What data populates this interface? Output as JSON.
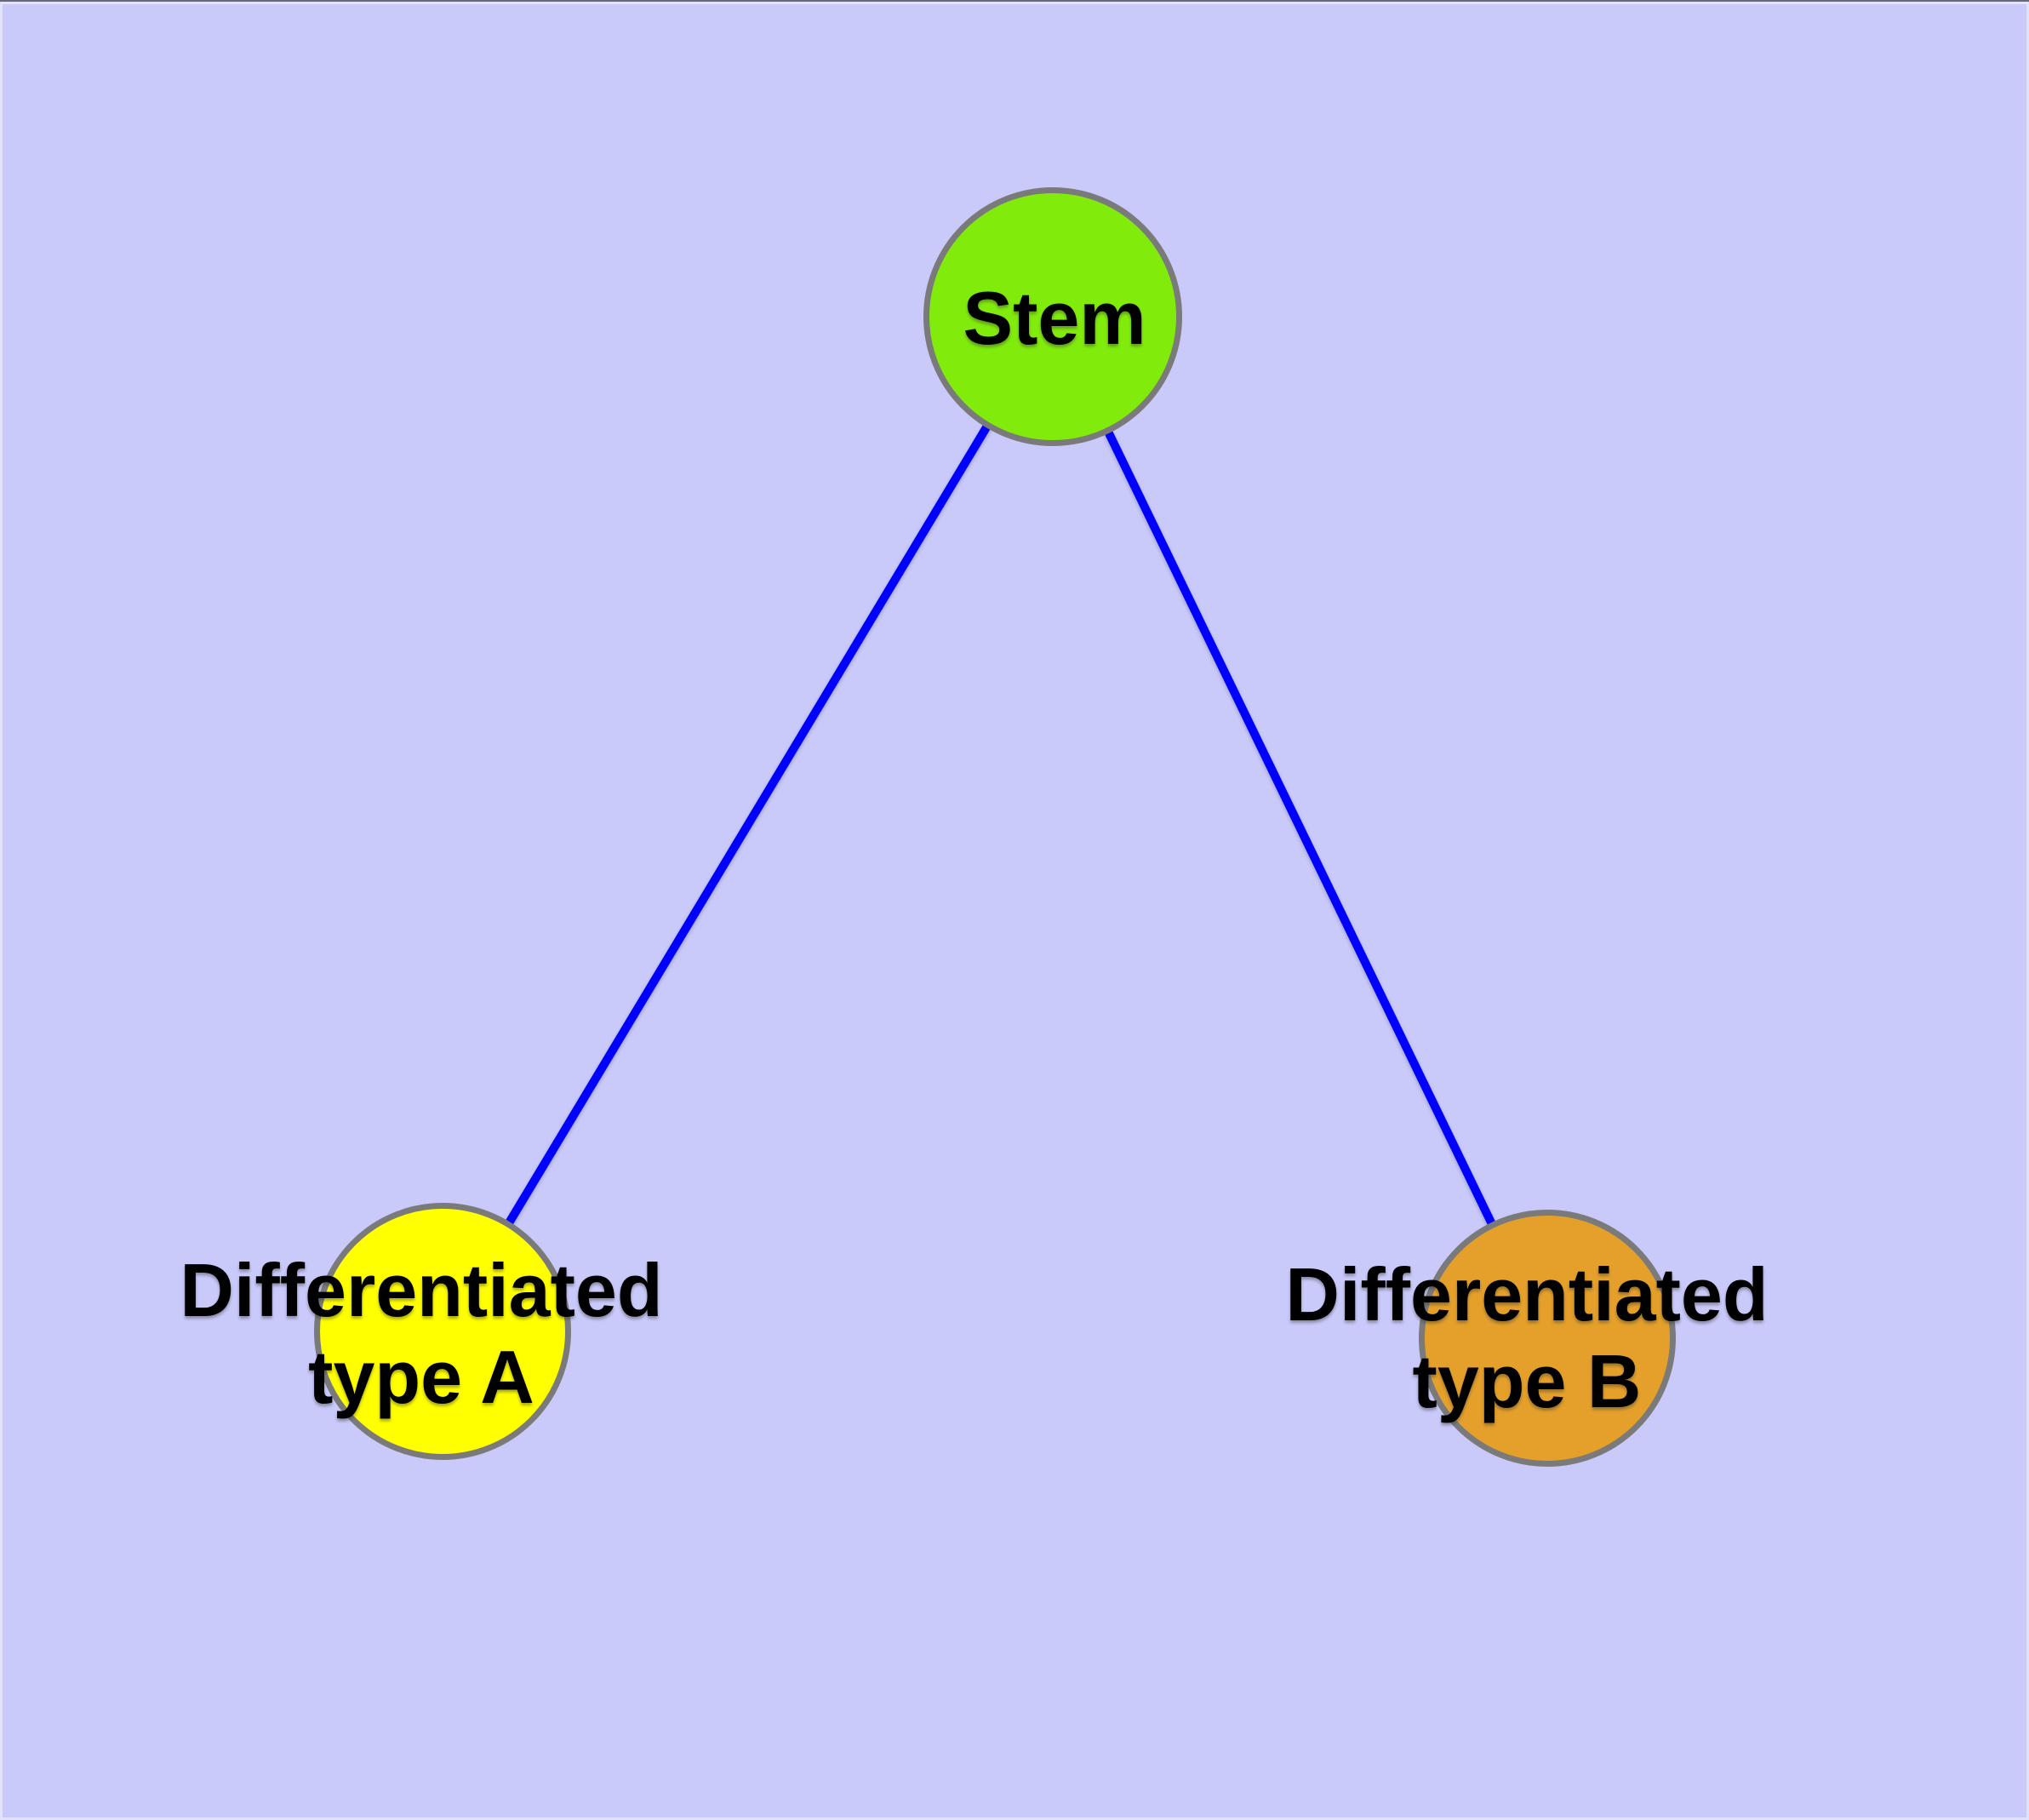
{
  "diagram": {
    "background_color": "#C9C9FA",
    "edge_color": "#0000FF",
    "node_border_color": "#7A7A7A",
    "label_color": "#000000",
    "nodes": [
      {
        "id": "stem",
        "label": "Stem",
        "fill": "#81EC0C"
      },
      {
        "id": "differentiated-type-a",
        "label": "Differentiated\ntype A",
        "fill": "#FFFF00"
      },
      {
        "id": "differentiated-type-b",
        "label": "Differentiated\ntype B",
        "fill": "#E4A02A"
      }
    ],
    "edges": [
      {
        "from": "Stem",
        "to": "Differentiated type A"
      },
      {
        "from": "Stem",
        "to": "Differentiated type B"
      }
    ]
  }
}
